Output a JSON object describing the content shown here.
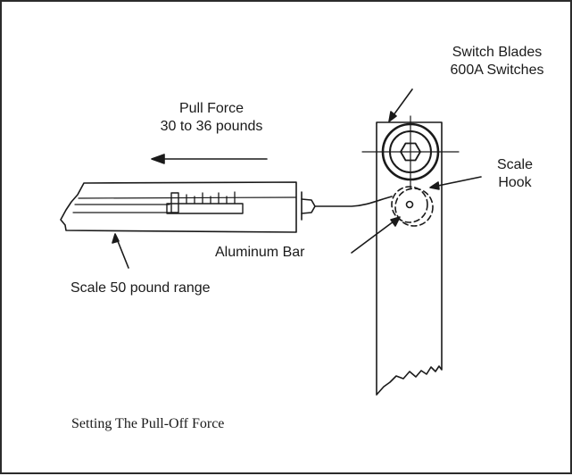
{
  "labels": {
    "switch_blades_line1": "Switch Blades",
    "switch_blades_line2": "600A Switches",
    "pull_force_line1": "Pull Force",
    "pull_force_line2": "30 to 36 pounds",
    "scale_hook_line1": "Scale",
    "scale_hook_line2": "Hook",
    "aluminum_bar": "Aluminum Bar",
    "scale_range": "Scale 50 pound range"
  },
  "caption": "Setting The Pull-Off Force",
  "colors": {
    "ink": "#1a1a1a",
    "frame": "#2b2b2b",
    "background": "#ffffff"
  }
}
